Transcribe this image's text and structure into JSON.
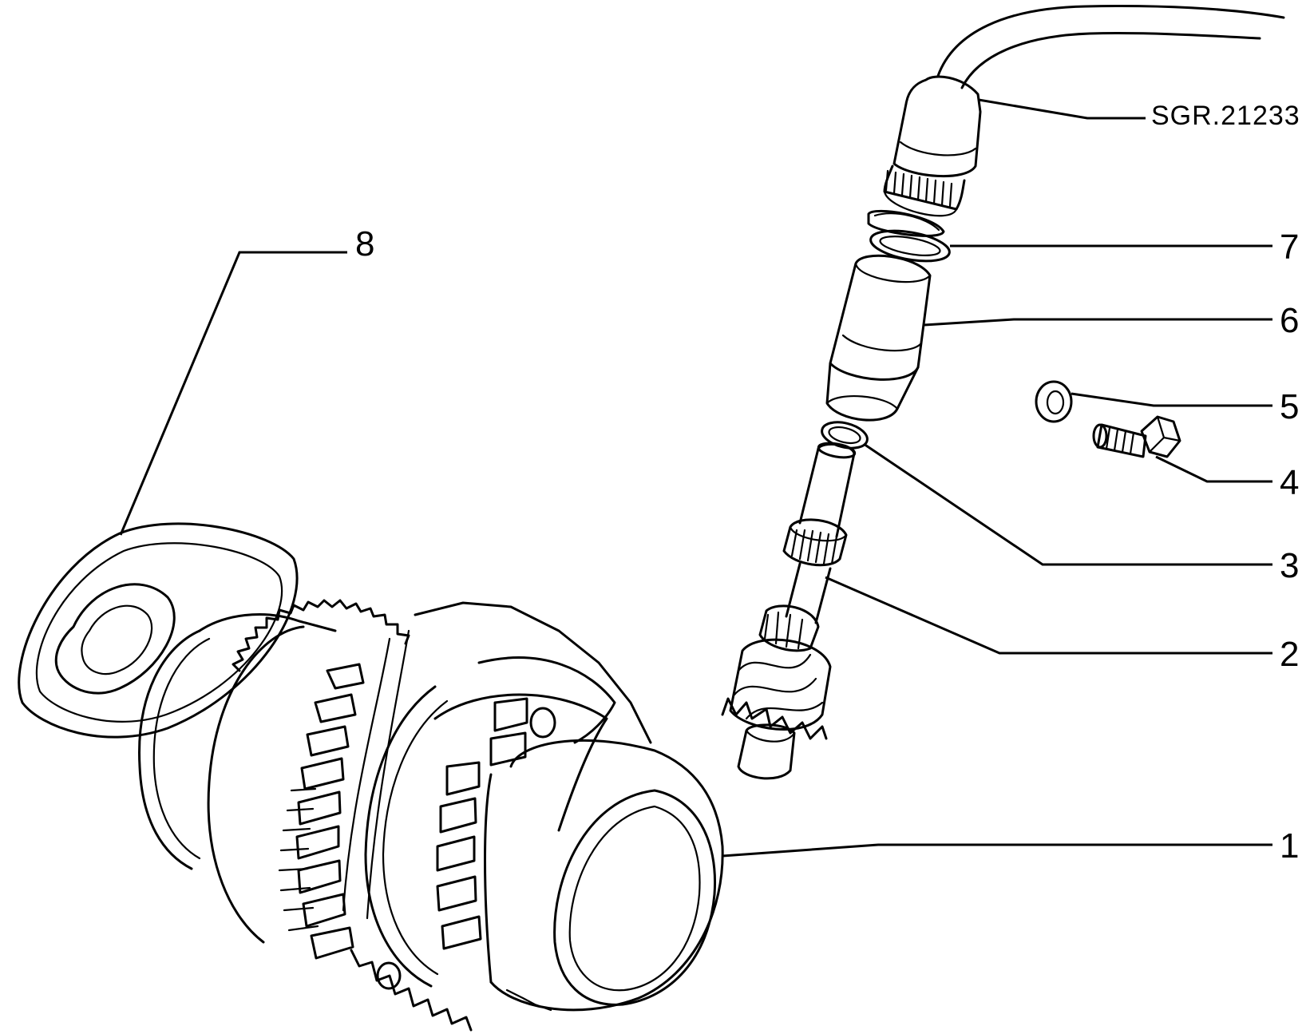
{
  "drawing_code": "SGR.21233",
  "callouts": {
    "c1": "1",
    "c2": "2",
    "c3": "3",
    "c4": "4",
    "c5": "5",
    "c6": "6",
    "c7": "7",
    "c8": "8"
  },
  "line_color": "#000000",
  "background": "#ffffff"
}
